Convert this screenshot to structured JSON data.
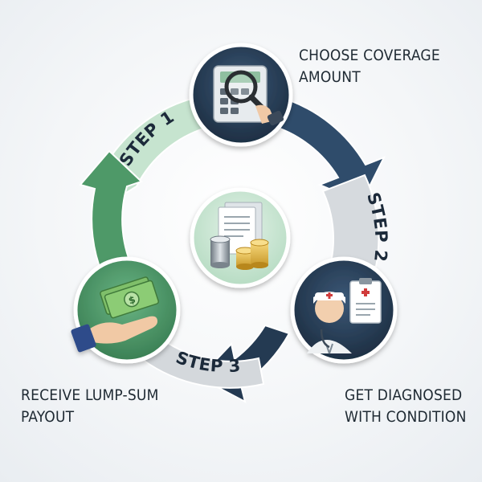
{
  "steps": [
    {
      "label": "STEP 1",
      "caption_line1": "CHOOSE COVERAGE",
      "caption_line2": "AMOUNT",
      "icon": "calculator-magnifier-icon"
    },
    {
      "label": "STEP 2",
      "caption_line1": "GET DIAGNOSED",
      "caption_line2": "WITH CONDITION",
      "icon": "doctor-clipboard-icon"
    },
    {
      "label": "STEP 3",
      "caption_line1": "RECEIVE LUMP-SUM",
      "caption_line2": "PAYOUT",
      "icon": "hand-cash-icon"
    }
  ],
  "center_icon": "document-coins-icon",
  "colors": {
    "navy": "#24384f",
    "steel_blue": "#3f6f8f",
    "light_gray": "#d6dadd",
    "green": "#4f9a6a",
    "light_green": "#bfe0c8",
    "text": "#1f2a33"
  }
}
